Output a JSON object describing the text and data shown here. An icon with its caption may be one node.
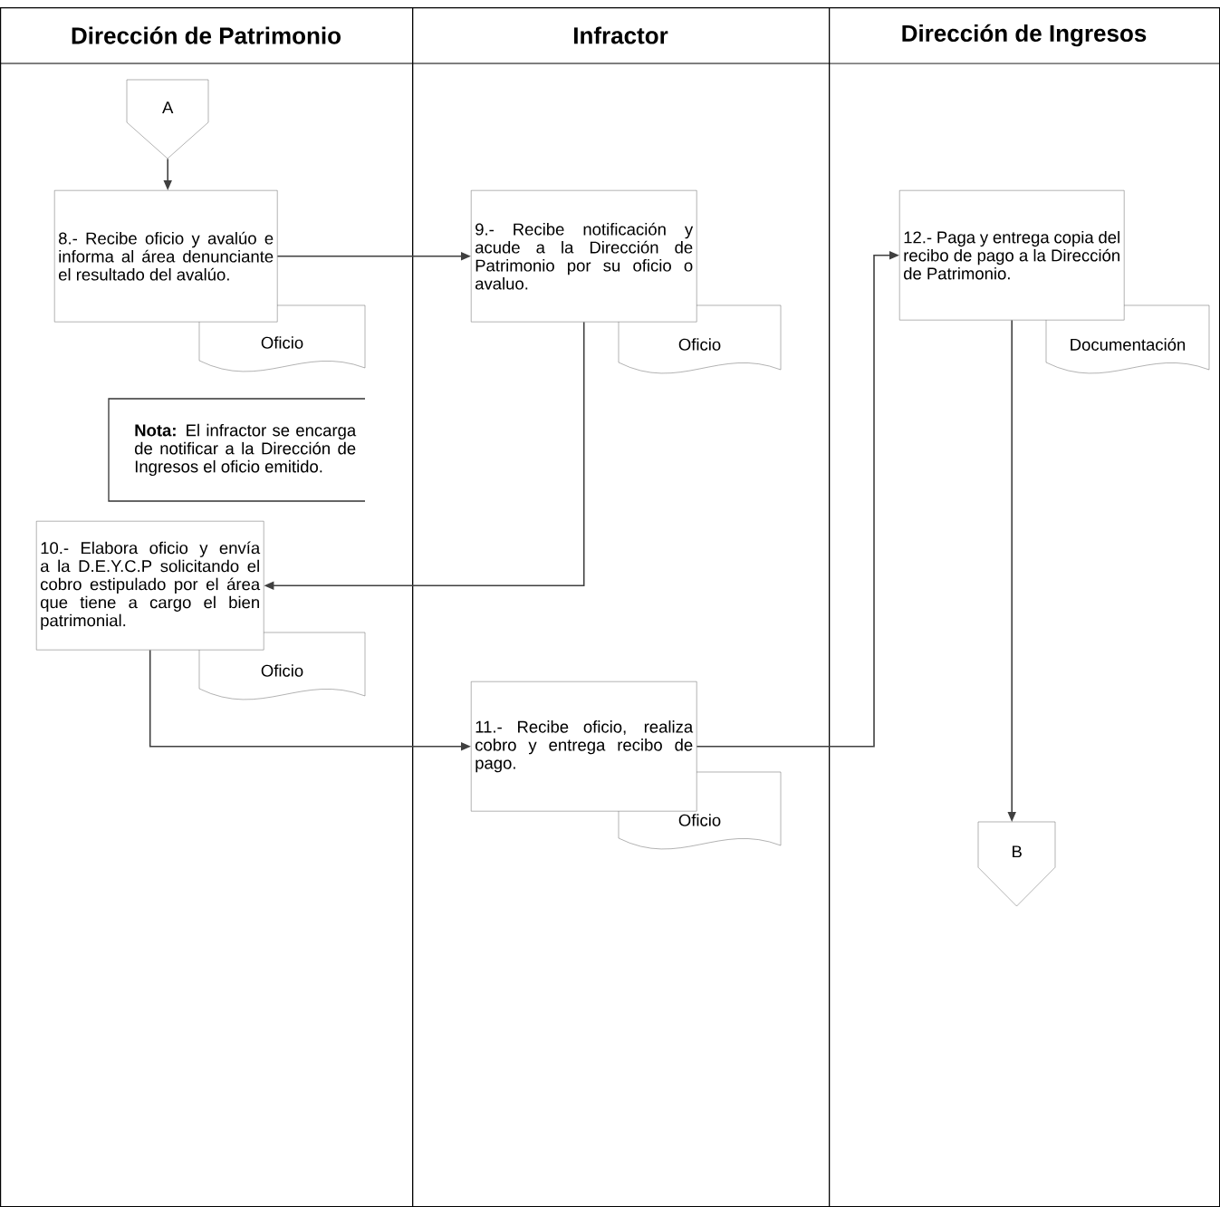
{
  "diagram": {
    "nodes": [
      {
        "text": [
          "Dirección de Patrimonio"
        ]
      },
      {
        "text": [
          "Infractor"
        ]
      },
      {
        "text": [
          "Dirección de Ingresos"
        ]
      },
      {
        "text": [
          "A"
        ],
        "in": 0
      },
      {
        "text": [
          "8.- Recibe oficio y avalúo e informa al área denunciante el resultado del avalúo."
        ],
        "in": 0
      },
      {
        "text": [
          "Oficio"
        ],
        "in": 0
      },
      {
        "text": [
          "**Nota:** El infractor se encarga de notificar a la Dirección de Ingresos el oficio emitido."
        ],
        "in": 0
      },
      {
        "text": [
          "10.- Elabora oficio y envía a la D.E.Y.C.P solicitando el cobro estipulado por el área que tiene a cargo el bien patrimonial."
        ],
        "in": 0
      },
      {
        "text": [
          "Oficio"
        ],
        "in": 0
      },
      {
        "text": [
          "9.- Recibe notificación y acude a la Dirección de Patrimonio por su oficio o avaluo."
        ],
        "in": 1
      },
      {
        "text": [
          "Oficio"
        ],
        "in": 1
      },
      {
        "text": [
          "11.- Recibe oficio, realiza cobro y entrega recibo de pago."
        ],
        "in": 1
      },
      {
        "text": [
          "Oficio"
        ],
        "in": 1
      },
      {
        "text": [
          "12.- Paga y entrega copia del recibo de pago a la Dirección de Patrimonio."
        ],
        "in": 2
      },
      {
        "text": [
          "Documentación"
        ],
        "in": 2
      },
      {
        "text": [
          "B"
        ],
        "in": 2
      }
    ],
    "edges": [
      {
        "from": 3,
        "to": 4,
        "arrow": "to"
      },
      {
        "from": 4,
        "to": 9,
        "arrow": "to"
      },
      {
        "from": 9,
        "to": 7,
        "arrow": "to"
      },
      {
        "from": 7,
        "to": 11,
        "arrow": "to"
      },
      {
        "from": 11,
        "to": 13,
        "arrow": "to"
      },
      {
        "from": 13,
        "to": 15,
        "arrow": "to"
      }
    ]
  }
}
